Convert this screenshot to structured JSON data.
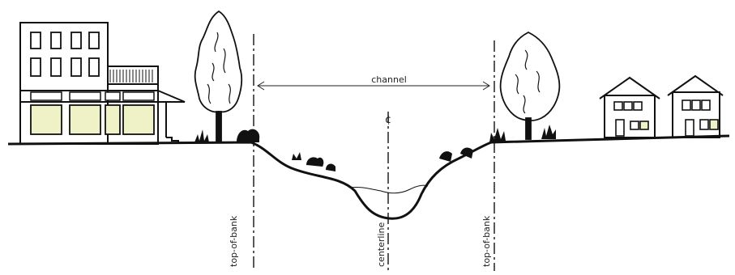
{
  "labels": {
    "channel": "channel",
    "centerline_symbol": "¢",
    "top_of_bank_left": "top-of-bank",
    "top_of_bank_right": "top-of-bank",
    "centerline": "centerline"
  },
  "colors": {
    "ink": "#111111",
    "window_glow": "#eef2c6",
    "line": "#222222"
  },
  "icons": [
    "tree-icon",
    "shrub-icon",
    "building-icon",
    "house-icon"
  ]
}
